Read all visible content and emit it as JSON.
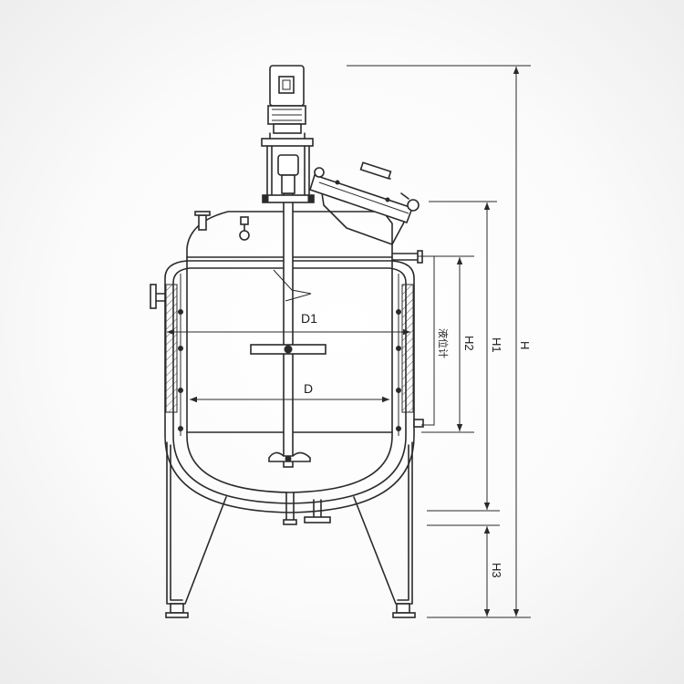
{
  "labels": {
    "d1": "D1",
    "d": "D",
    "level_gauge": "液位计",
    "h2": "H2",
    "h1": "H1",
    "h": "H",
    "h3": "H3"
  },
  "colors": {
    "background": "#f2f2f2",
    "line": "#2a2a2a"
  }
}
